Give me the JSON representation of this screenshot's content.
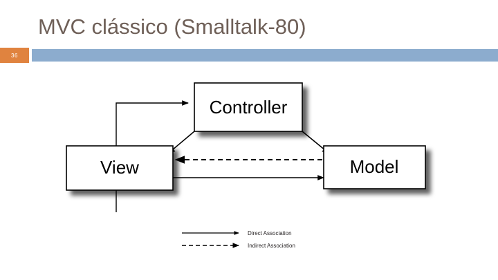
{
  "slide": {
    "title": "MVC clássico (Smalltalk-80)",
    "number": "36",
    "accent_color": "#e0833f",
    "bar_color": "#8cacce",
    "title_color": "#6e5f57"
  },
  "diagram": {
    "type": "block-diagram",
    "nodes": [
      {
        "id": "controller",
        "label": "Controller"
      },
      {
        "id": "view",
        "label": "View"
      },
      {
        "id": "model",
        "label": "Model"
      }
    ],
    "edges": [
      {
        "from": "view",
        "to": "controller",
        "style": "solid",
        "kind": "Direct Association"
      },
      {
        "from": "controller",
        "to": "view",
        "style": "solid",
        "kind": "Direct Association"
      },
      {
        "from": "controller",
        "to": "model",
        "style": "solid",
        "kind": "Direct Association"
      },
      {
        "from": "view",
        "to": "model",
        "style": "solid",
        "kind": "Direct Association"
      },
      {
        "from": "model",
        "to": "view",
        "style": "dashed",
        "kind": "Indirect Association"
      }
    ],
    "legend": [
      {
        "style": "solid",
        "label": "Direct Association"
      },
      {
        "style": "dashed",
        "label": "Indirect Association"
      }
    ]
  }
}
